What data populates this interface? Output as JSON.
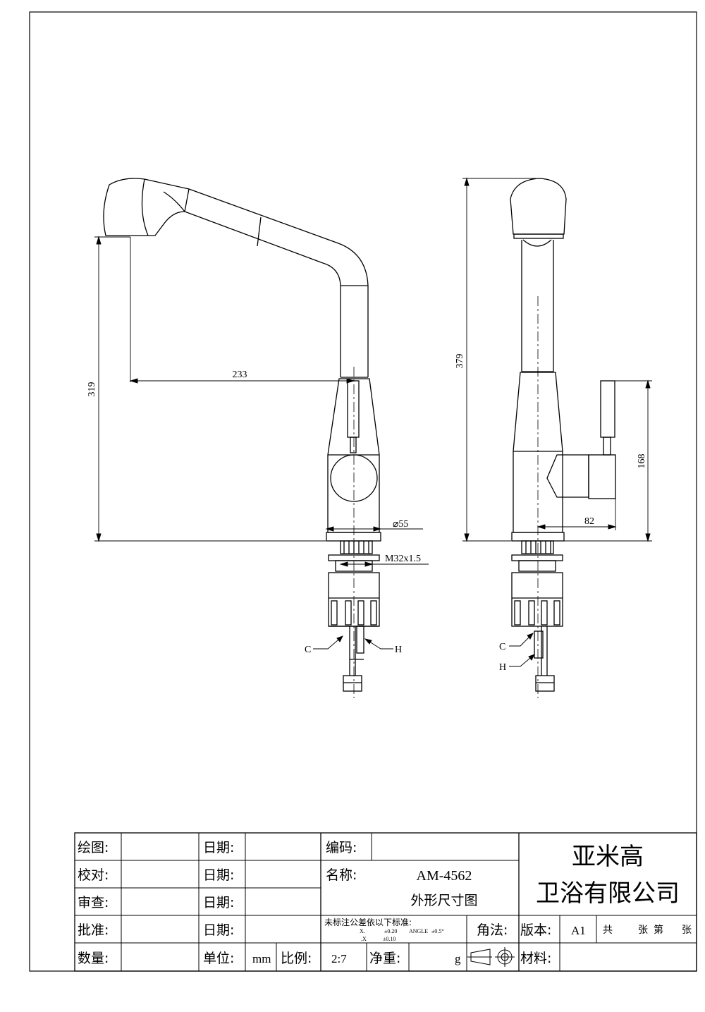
{
  "dimensions": {
    "front_height": "319",
    "front_reach": "233",
    "base_diameter": "⌀55",
    "thread": "M32x1.5",
    "side_height": "379",
    "handle_height": "168",
    "handle_reach": "82"
  },
  "hoses": {
    "front_cold": "C",
    "front_hot": "H",
    "side_cold": "C",
    "side_hot": "H"
  },
  "title_block": {
    "drawn_label": "绘图:",
    "checked_label": "校对:",
    "reviewed_label": "审查:",
    "approved_label": "批准:",
    "quantity_label": "数量:",
    "date_label_1": "日期:",
    "date_label_2": "日期:",
    "date_label_3": "日期:",
    "date_label_4": "日期:",
    "unit_label": "单位:",
    "unit_value": "mm",
    "scale_label": "比例:",
    "scale_value": "2:7",
    "net_weight_label": "净重:",
    "net_weight_unit": "g",
    "code_label": "编码:",
    "name_label": "名称:",
    "model": "AM-4562",
    "drawing_name": "外形尺寸图",
    "tolerance_title": "未标注公差依以下标准:",
    "tol_line1_a": "X.",
    "tol_line1_b": "±0.20",
    "tol_line1_c": "ANGLE",
    "tol_line1_d": "±0.5°",
    "tol_line2_a": ".X",
    "tol_line2_b": "±0.10",
    "projection_label": "角法:",
    "version_label": "版本:",
    "version_value": "A1",
    "sheets_total": "共",
    "sheets_unit_1": "张",
    "sheets_number": "第",
    "sheets_unit_2": "张",
    "material_label": "材料:",
    "company_line1": "亚米高",
    "company_line2": "卫浴有限公司"
  }
}
